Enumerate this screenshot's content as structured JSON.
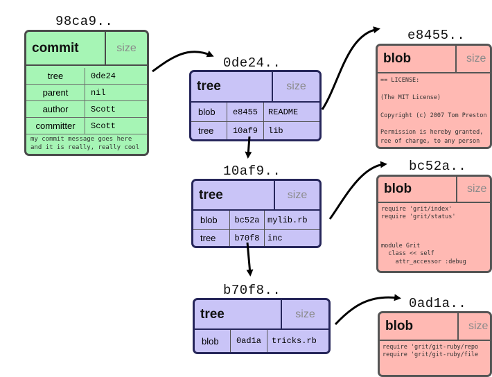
{
  "colors": {
    "commit": "#a6f5b5",
    "tree": "#c9c4f7",
    "blob": "#ffb9b3"
  },
  "commit": {
    "hash": "98ca9..",
    "kind": "commit",
    "size": "size",
    "rows": [
      {
        "key": "tree",
        "value": "0de24"
      },
      {
        "key": "parent",
        "value": "nil"
      },
      {
        "key": "author",
        "value": "Scott"
      },
      {
        "key": "committer",
        "value": "Scott"
      }
    ],
    "message_line1": "my commit message goes here",
    "message_line2": "and it is really, really cool"
  },
  "tree1": {
    "hash": "0de24..",
    "kind": "tree",
    "size": "size",
    "rows": [
      {
        "type": "blob",
        "sha": "e8455",
        "name": "README"
      },
      {
        "type": "tree",
        "sha": "10af9",
        "name": "lib"
      }
    ]
  },
  "tree2": {
    "hash": "10af9..",
    "kind": "tree",
    "size": "size",
    "rows": [
      {
        "type": "blob",
        "sha": "bc52a",
        "name": "mylib.rb"
      },
      {
        "type": "tree",
        "sha": "b70f8",
        "name": "inc"
      }
    ]
  },
  "tree3": {
    "hash": "b70f8..",
    "kind": "tree",
    "size": "size",
    "rows": [
      {
        "type": "blob",
        "sha": "0ad1a",
        "name": "tricks.rb"
      }
    ]
  },
  "blob1": {
    "hash": "e8455..",
    "kind": "blob",
    "size": "size",
    "lines": [
      "== LICENSE:",
      "",
      "(The MIT License)",
      "",
      "Copyright (c) 2007 Tom Preston",
      "",
      "Permission is hereby granted,",
      "ree of charge, to any person"
    ]
  },
  "blob2": {
    "hash": "bc52a..",
    "kind": "blob",
    "size": "size",
    "lines": [
      "require 'grit/index'",
      "require 'grit/status'",
      "",
      "",
      "module Grit",
      "  class << self",
      "    attr_accessor :debug"
    ]
  },
  "blob3": {
    "hash": "0ad1a..",
    "kind": "blob",
    "size": "size",
    "lines": [
      "require 'grit/git-ruby/repo",
      "require 'grit/git-ruby/file"
    ]
  }
}
